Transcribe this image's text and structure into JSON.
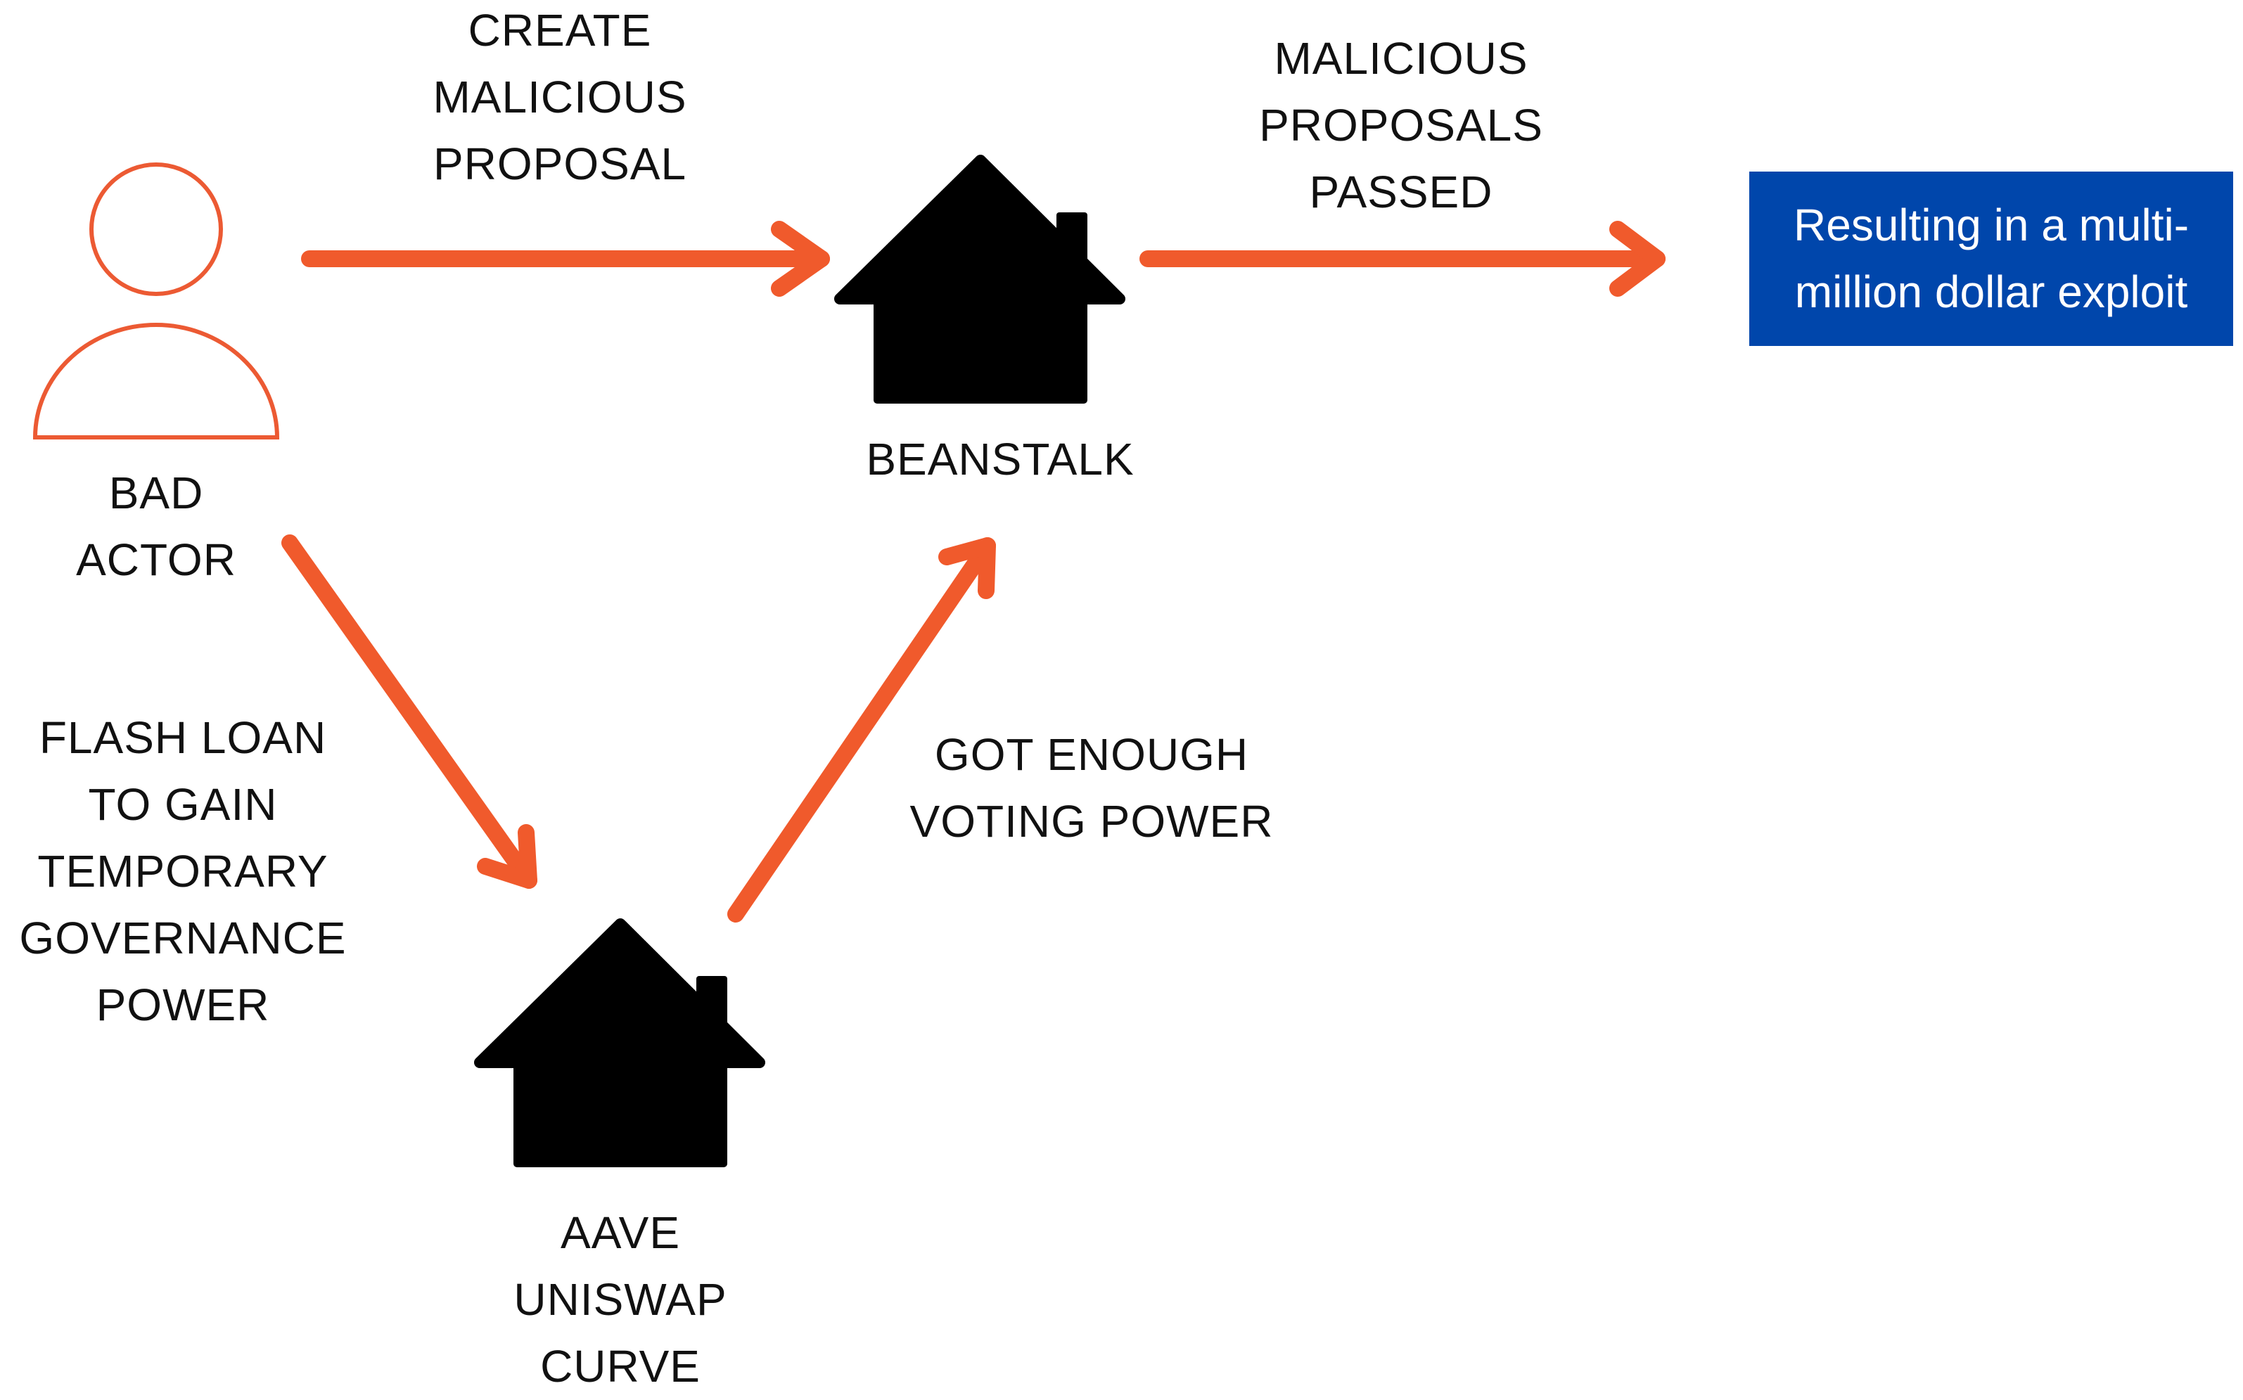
{
  "colors": {
    "arrow": "#f05a2c",
    "actor_outline": "#ec5a33",
    "house": "#000000",
    "result_box_bg": "#0046ab",
    "result_box_text": "#ffffff",
    "label_text": "#111111"
  },
  "nodes": {
    "bad_actor": {
      "icon": "person-outline-icon",
      "label": [
        "BAD",
        "ACTOR"
      ]
    },
    "beanstalk": {
      "icon": "house-icon",
      "label": [
        "BEANSTALK"
      ]
    },
    "lending": {
      "icon": "house-icon",
      "label": [
        "AAVE",
        "UNISWAP",
        "CURVE"
      ]
    },
    "result": {
      "text": [
        "Resulting in a multi-",
        "million dollar exploit"
      ]
    }
  },
  "edges": {
    "actor_to_beanstalk": {
      "from": "bad_actor",
      "to": "beanstalk",
      "label": [
        "CREATE",
        "MALICIOUS",
        "PROPOSAL"
      ]
    },
    "beanstalk_to_result": {
      "from": "beanstalk",
      "to": "result",
      "label": [
        "MALICIOUS",
        "PROPOSALS",
        "PASSED"
      ]
    },
    "actor_to_lending": {
      "from": "bad_actor",
      "to": "lending",
      "label": [
        "FLASH LOAN",
        "TO GAIN",
        "TEMPORARY",
        "GOVERNANCE",
        "POWER"
      ]
    },
    "lending_to_beanstalk": {
      "from": "lending",
      "to": "beanstalk",
      "label": [
        "GOT ENOUGH",
        "VOTING POWER"
      ]
    }
  }
}
